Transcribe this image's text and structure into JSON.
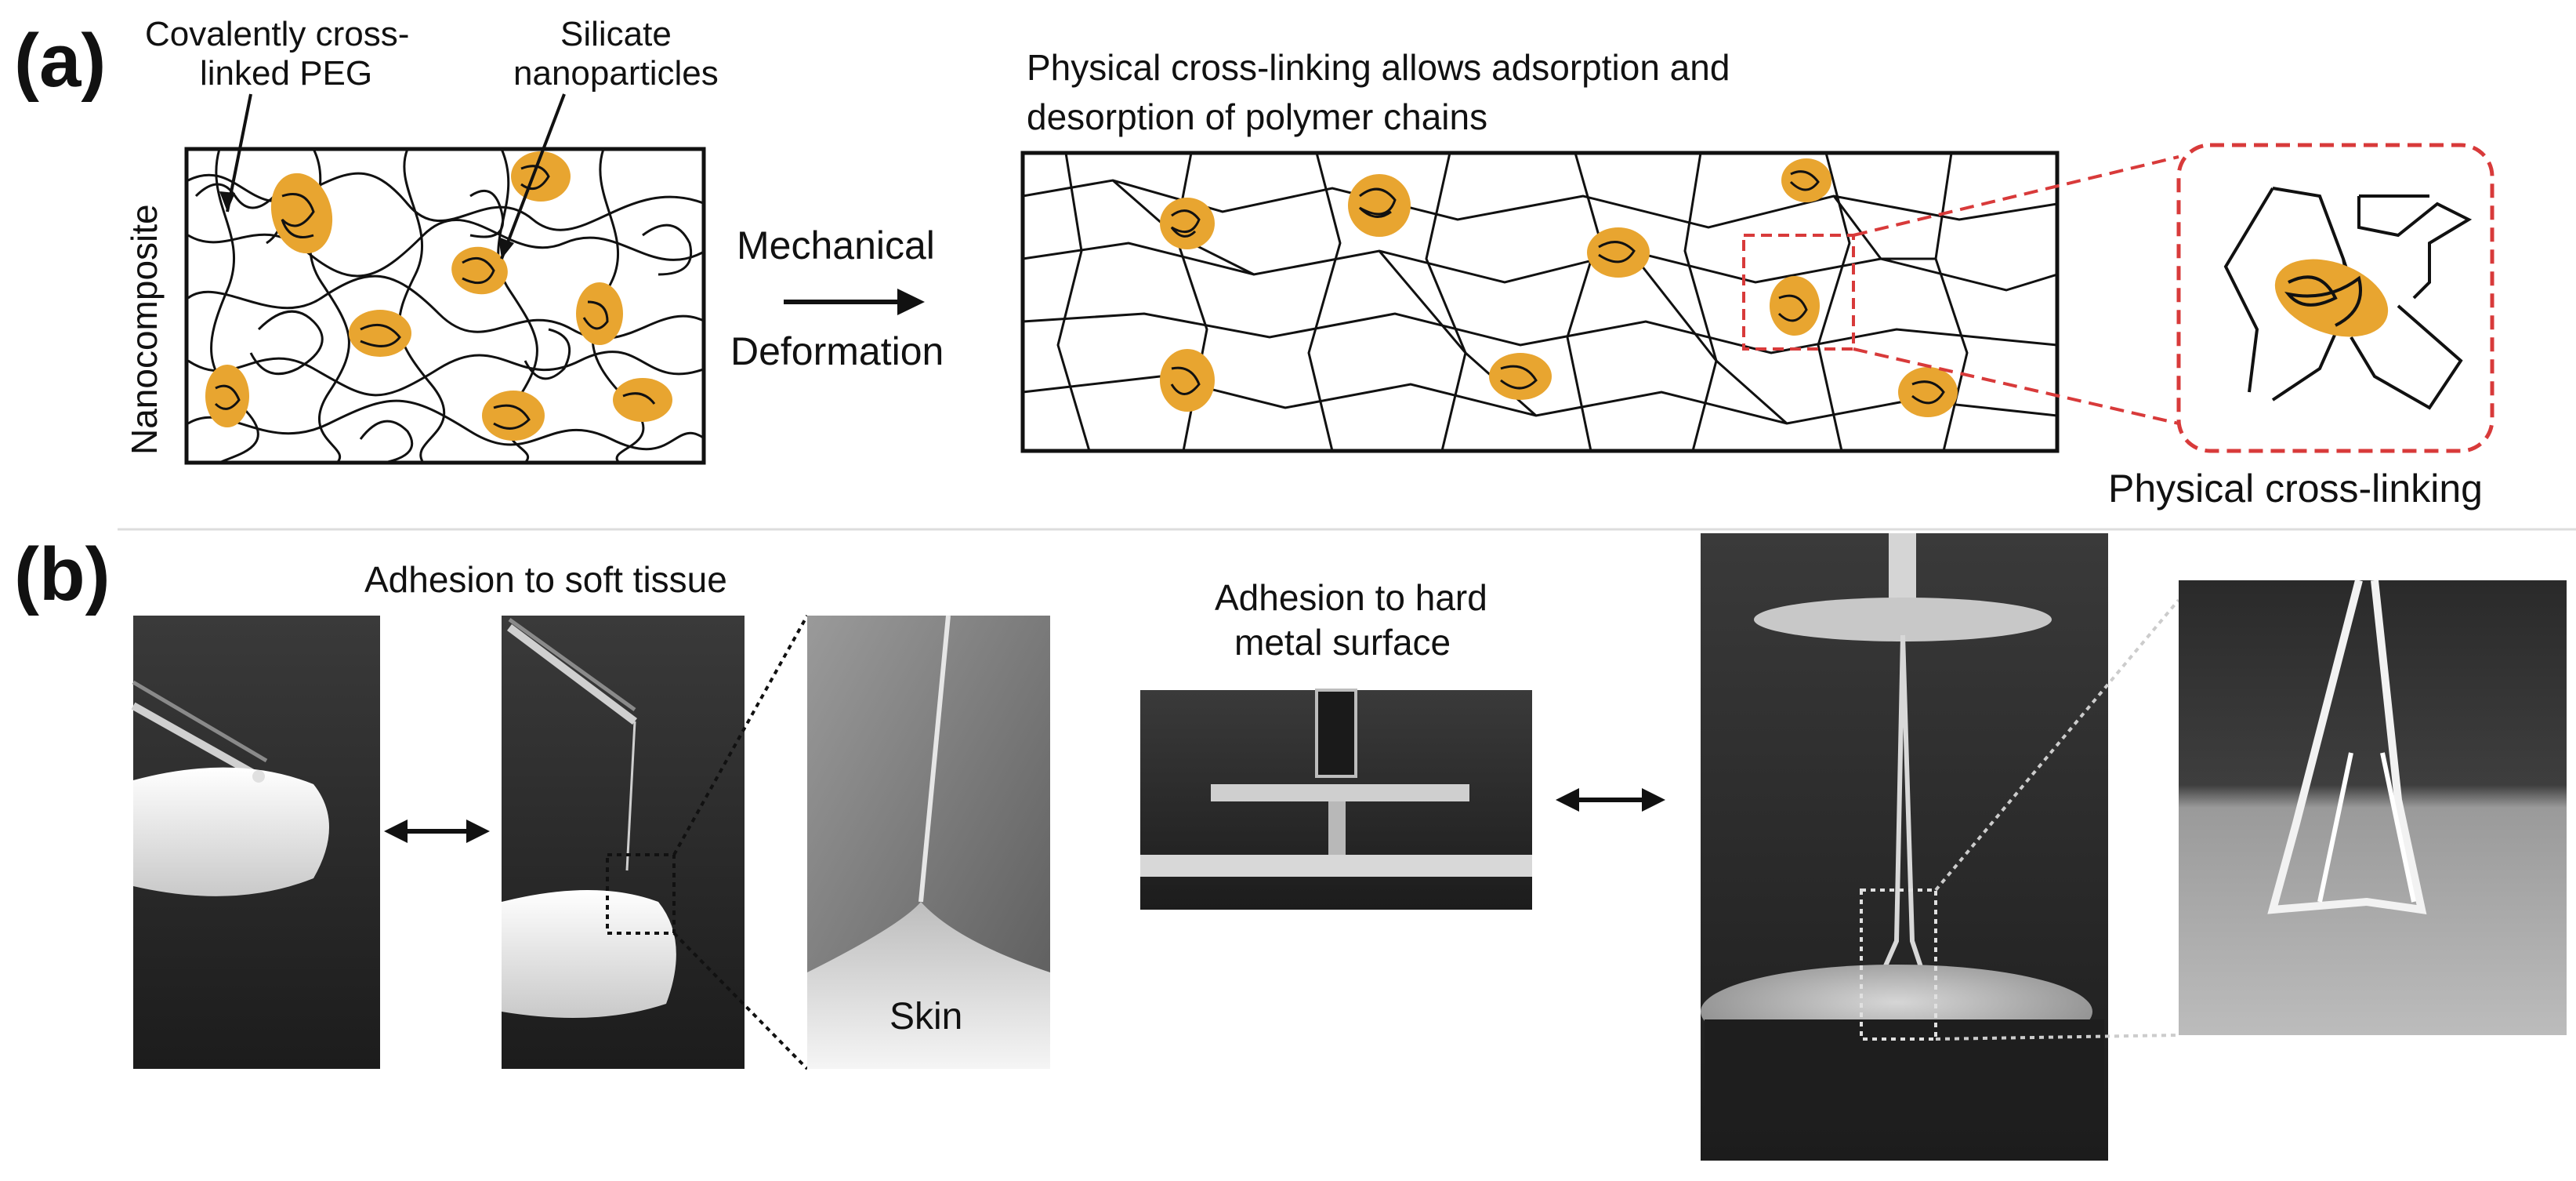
{
  "panel_a": {
    "letter": "(a)",
    "label_peg_line1": "Covalently cross-",
    "label_peg_line2": "linked PEG",
    "label_silicate_line1": "Silicate",
    "label_silicate_line2": "nanoparticles",
    "side_label": "Nanocomposite",
    "arrow_label_line1": "Mechanical",
    "arrow_label_line2": "Deformation",
    "caption_line1": "Physical cross-linking allows adsorption and",
    "caption_line2": "desorption of polymer chains",
    "inset_label": "Physical  cross-linking"
  },
  "panel_b": {
    "letter": "(b)",
    "soft_tissue_title": "Adhesion to soft tissue",
    "hard_metal_title_line1": "Adhesion to hard",
    "hard_metal_title_line2": "metal surface",
    "skin_label": "Skin"
  },
  "colors": {
    "nanoparticle": "#E8A530",
    "zoom_box": "#D83A3A",
    "line": "#111111"
  }
}
